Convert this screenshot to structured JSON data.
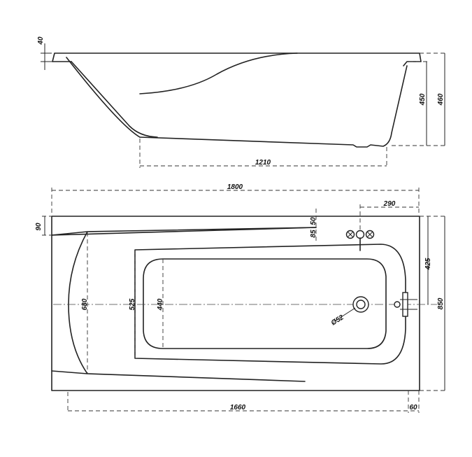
{
  "drawing": {
    "side_view": {
      "dims": {
        "rim_thickness": "40",
        "depth_inner": "450",
        "height_total": "460",
        "bottom_length": "1210"
      }
    },
    "plan_view": {
      "dims": {
        "length": "1800",
        "tap_offset": "290",
        "rim_left": "90",
        "rim_inner": "85",
        "rim_side": "50",
        "half_width": "425",
        "width": "850",
        "inner_width_a": "680",
        "inner_width_b": "525",
        "inner_width_c": "440",
        "drain": "Ø52",
        "inner_length": "1660",
        "rim_right": "60"
      }
    }
  }
}
